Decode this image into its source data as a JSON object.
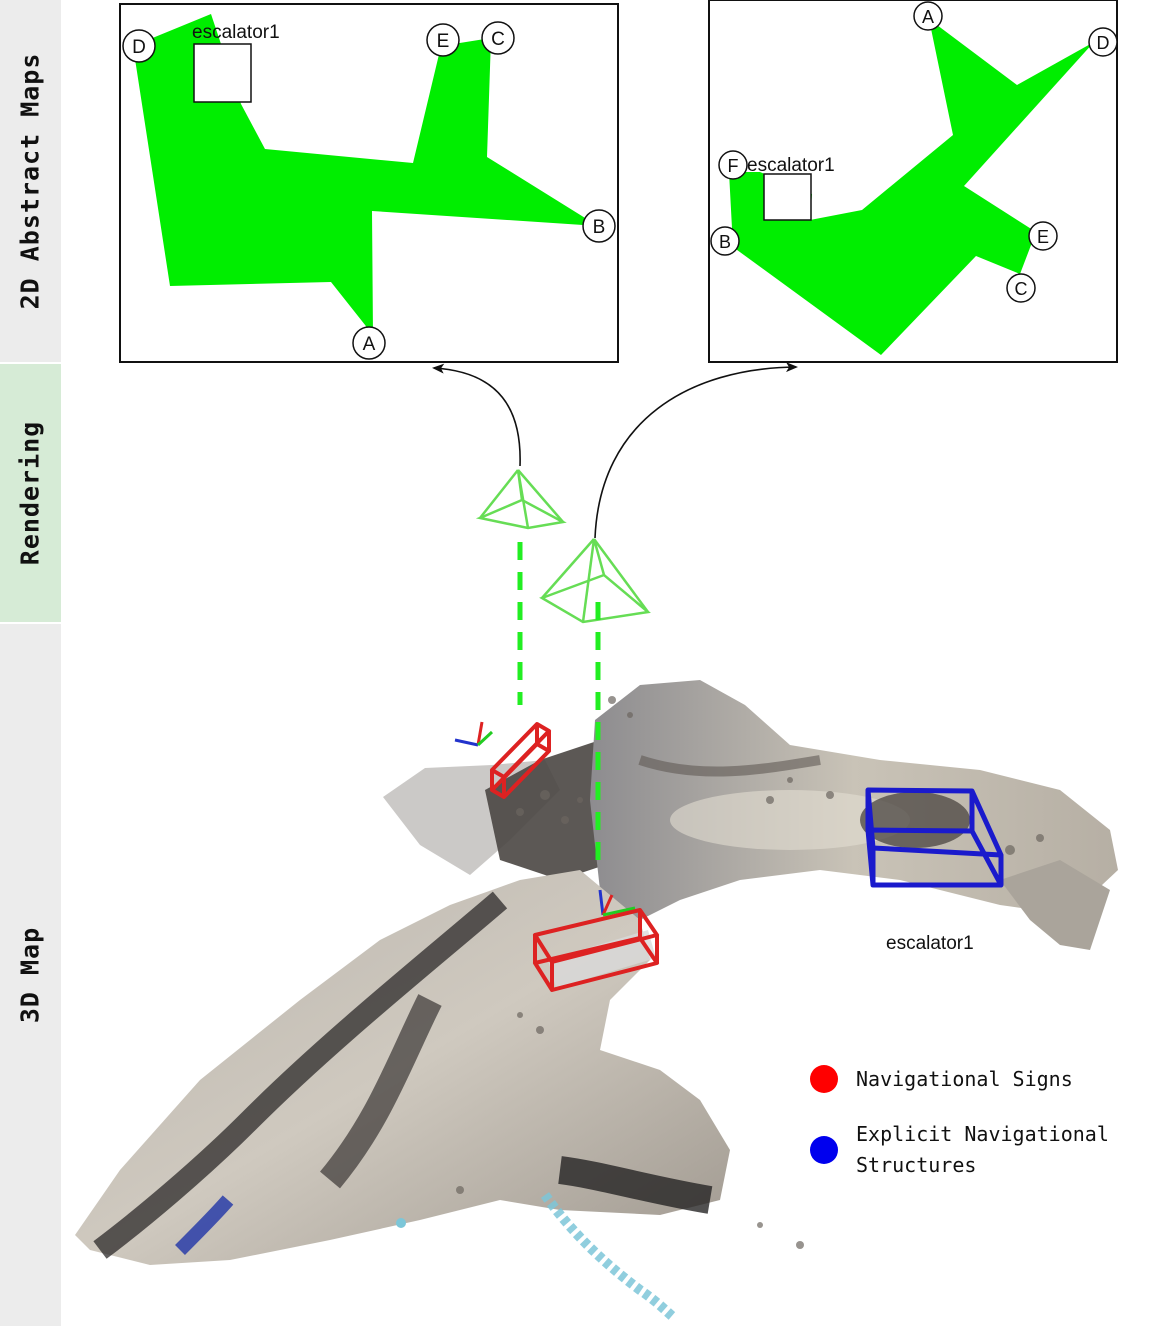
{
  "side_panels": [
    {
      "label": "2D Abstract Maps",
      "color": "#ececec"
    },
    {
      "label": "Rendering",
      "color": "#d6ebd6"
    },
    {
      "label": "3D Map",
      "color": "#ececec"
    }
  ],
  "map_left": {
    "escalator_label": "escalator1",
    "nodes": [
      "D",
      "E",
      "C",
      "B",
      "A"
    ]
  },
  "map_right": {
    "escalator_label": "escalator1",
    "nodes": [
      "A",
      "D",
      "F",
      "B",
      "E",
      "C"
    ]
  },
  "scene": {
    "escalator_label": "escalator1"
  },
  "legend": [
    {
      "color": "#ff0000",
      "label_lines": [
        "Navigational Signs"
      ]
    },
    {
      "color": "#0000ee",
      "label_lines": [
        "Explicit Navigational",
        "Structures"
      ]
    }
  ],
  "colors": {
    "free_space": "#00ee00",
    "camera": "#66dd55",
    "sign_box": "#dd2222",
    "structure_box": "#1a1acc"
  }
}
